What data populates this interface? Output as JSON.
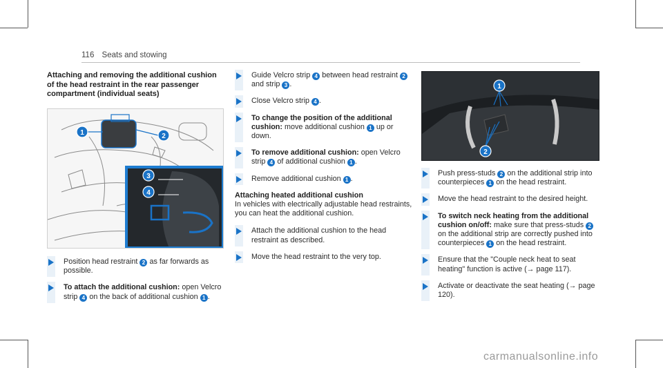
{
  "header": {
    "page_number": "116",
    "section": "Seats and stowing"
  },
  "col1": {
    "heading": "Attaching and removing the additional cushion of the head restraint in the rear passenger compartment (individual seats)",
    "figure": {
      "callouts": [
        "1",
        "2",
        "3",
        "4"
      ]
    },
    "step1": {
      "a": "Position head restraint",
      "n": "2",
      "b": "as far forwards as possible."
    },
    "step2": {
      "bold": "To attach the additional cushion:",
      "a": "open Velcro strip",
      "n1": "4",
      "b": "on the back of additional cushion",
      "n2": "1",
      "c": "."
    }
  },
  "col2": {
    "step1": {
      "a": "Guide Velcro strip",
      "n1": "4",
      "b": "between head restraint",
      "n2": "2",
      "c": "and strip",
      "n3": "3",
      "d": "."
    },
    "step2": {
      "a": "Close Velcro strip",
      "n": "4",
      "b": "."
    },
    "step3": {
      "bold": "To change the position of the additional cushion:",
      "a": "move additional cushion",
      "n": "1",
      "b": "up or down."
    },
    "step4": {
      "bold": "To remove additional cushion:",
      "a": "open Velcro strip",
      "n1": "4",
      "b": "of additional cushion",
      "n2": "1",
      "c": "."
    },
    "step5": {
      "a": "Remove additional cushion",
      "n": "1",
      "b": "."
    },
    "subheading": "Attaching heated additional cushion",
    "para": "In vehicles with electrically adjustable head restraints, you can heat the additional cushion.",
    "step6": {
      "a": "Attach the additional cushion to the head restraint as described."
    },
    "step7": {
      "a": "Move the head restraint to the very top."
    }
  },
  "col3": {
    "figure": {
      "callouts": [
        "1",
        "2"
      ]
    },
    "step1": {
      "a": "Push press-studs",
      "n1": "2",
      "b": "on the additional strip into counterpieces",
      "n2": "1",
      "c": "on the head restraint."
    },
    "step2": {
      "a": "Move the head restraint to the desired height."
    },
    "step3": {
      "bold": "To switch neck heating from the additional cushion on/off:",
      "a": "make sure that press-studs",
      "n1": "2",
      "b": "on the additional strip are correctly pushed into counterpieces",
      "n2": "1",
      "c": "on the head restraint."
    },
    "step4": {
      "a": "Ensure that the \"Couple neck heat to seat heating\" function is active (",
      "arrow": "→",
      "ref": "page 117",
      "b": ")."
    },
    "step5": {
      "a": "Activate or deactivate the seat heating (",
      "arrow": "→",
      "ref": "page 120",
      "b": ")."
    }
  },
  "watermark": "carmanualsonline.info",
  "colors": {
    "accent": "#1a73c7",
    "step_bar": "#e9f1f8"
  }
}
